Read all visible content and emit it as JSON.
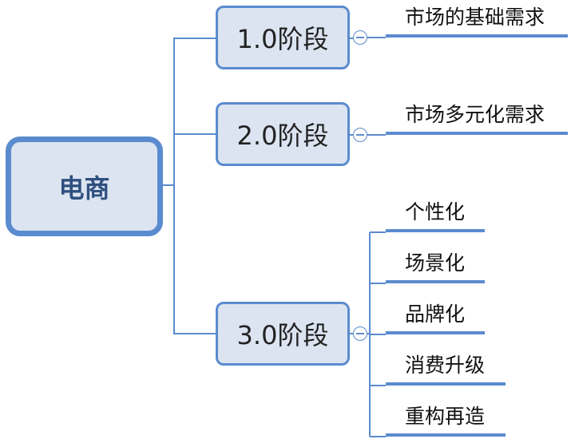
{
  "root": {
    "label": "电商"
  },
  "stages": [
    {
      "label": "1.0阶段",
      "children": [
        "市场的基础需求"
      ]
    },
    {
      "label": "2.0阶段",
      "children": [
        "市场多元化需求"
      ]
    },
    {
      "label": "3.0阶段",
      "children": [
        "个性化",
        "场景化",
        "品牌化",
        "消费升级",
        "重构再造"
      ]
    }
  ],
  "colors": {
    "node_fill": "#dbe4f0",
    "node_border": "#5b8bcf",
    "connector": "#5b8bcf",
    "root_text": "#2f4f7f"
  }
}
